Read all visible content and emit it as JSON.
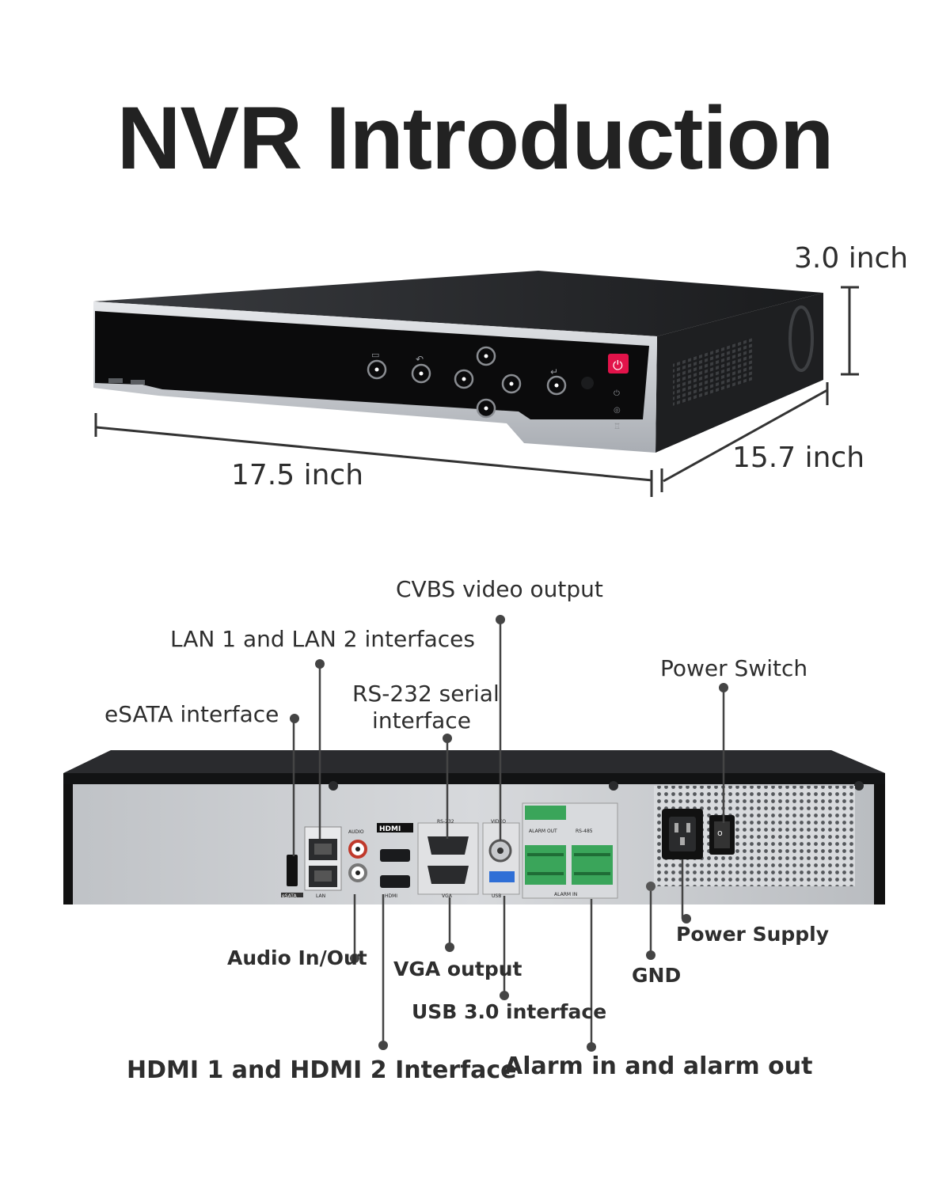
{
  "page": {
    "title": "NVR Introduction"
  },
  "dimensions": {
    "height": "3.0 inch",
    "width": "17.5 inch",
    "depth": "15.7 inch"
  },
  "callouts": {
    "cvbs": "CVBS video output",
    "lan": "LAN 1 and LAN 2 interfaces",
    "power_switch": "Power Switch",
    "rs232_line1": "RS-232 serial",
    "rs232_line2": "interface",
    "esata": "eSATA interface",
    "audio": "Audio In/Out",
    "vga": "VGA output",
    "power_supply": "Power Supply",
    "gnd": "GND",
    "usb": "USB 3.0 interface",
    "hdmi": "HDMI 1 and HDMI 2 Interface",
    "alarm": "Alarm in and alarm out"
  },
  "panel_text": {
    "esata": "eSATA",
    "lan": "LAN",
    "audio": "AUDIO",
    "hdmi_logo": "HDMI",
    "hdmi": "HDMI",
    "rs232": "RS-232",
    "vga": "VGA",
    "video": "VIDEO",
    "usb": "USB",
    "alarm_out": "ALARM OUT",
    "alarm_in": "ALARM IN",
    "rs485": "RS-485"
  },
  "colors": {
    "power_button": "#e2134a",
    "usb_port": "#2f6fd6",
    "terminal": "#3aa55a",
    "silver": "#c9ccd1"
  },
  "icons": [
    "power-icon",
    "back-icon",
    "enter-icon",
    "menu-icon",
    "usb-icon",
    "hdd-icon",
    "network-icon"
  ]
}
